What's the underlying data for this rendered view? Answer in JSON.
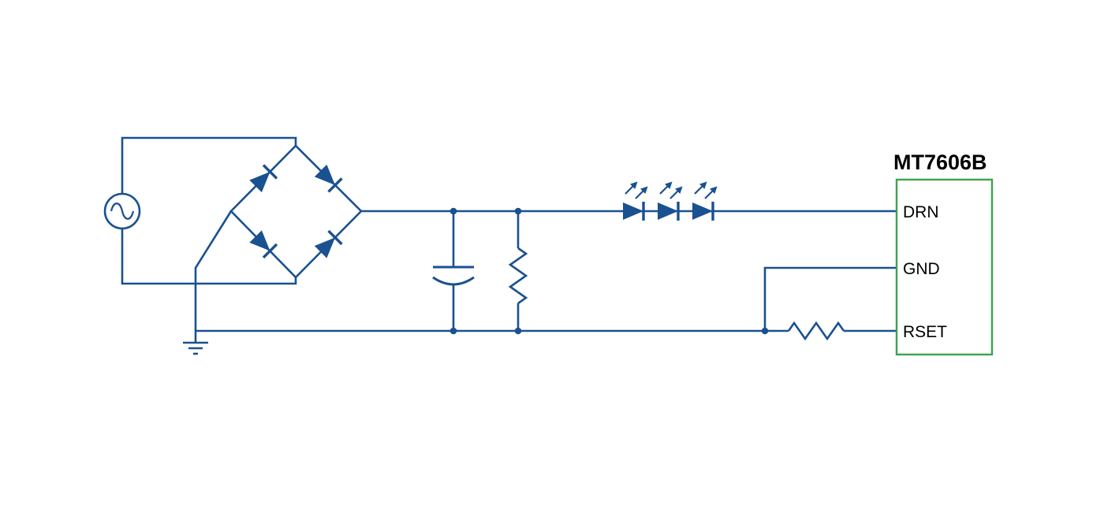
{
  "figure": {
    "type": "circuit-schematic"
  },
  "ic": {
    "name": "MT7606B",
    "pins": [
      {
        "label": "DRN"
      },
      {
        "label": "GND"
      },
      {
        "label": "RSET"
      }
    ]
  },
  "components": [
    "ac-voltage-source",
    "diode-bridge-rectifier",
    "filter-capacitor",
    "bleeder-resistor",
    "led-string-3x",
    "ground-symbol",
    "rset-resistor",
    "mt7606b-controller"
  ],
  "colors": {
    "wire": "#1a5190",
    "ic_border": "#3aa34d",
    "label_text": "#000000",
    "background": "#ffffff"
  }
}
